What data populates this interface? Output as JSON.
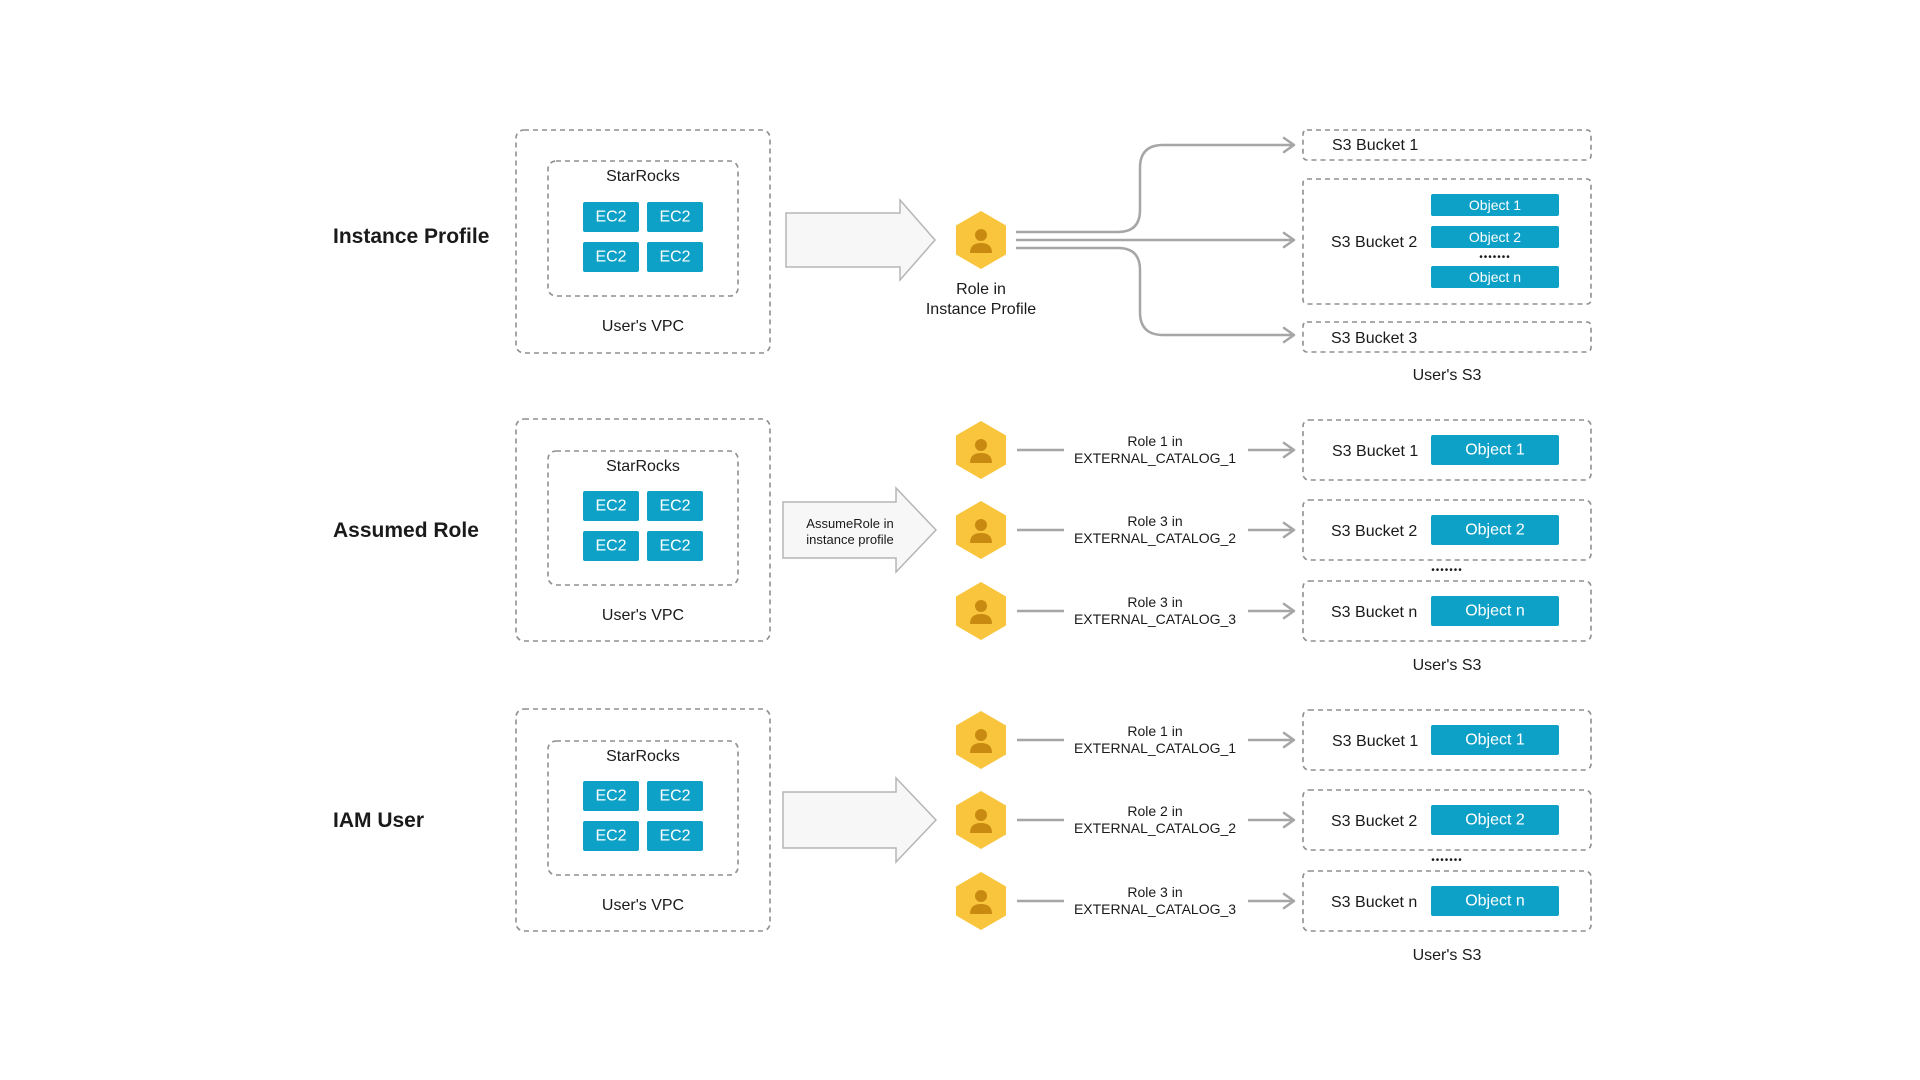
{
  "sections": [
    {
      "title": "Instance Profile",
      "vpc": {
        "engine": "StarRocks",
        "nodes": [
          "EC2",
          "EC2",
          "EC2",
          "EC2"
        ],
        "label": "User's VPC"
      },
      "arrow_label": "",
      "role_label_line1": "Role in",
      "role_label_line2": "Instance Profile",
      "buckets": [
        {
          "name": "S3 Bucket 1",
          "objects": []
        },
        {
          "name": "S3 Bucket 2",
          "objects": [
            "Object 1",
            "Object 2",
            "Object n"
          ],
          "ellipsis": "•••••••"
        },
        {
          "name": "S3 Bucket 3",
          "objects": []
        }
      ],
      "s3_label": "User's S3"
    },
    {
      "title": "Assumed Role",
      "vpc": {
        "engine": "StarRocks",
        "nodes": [
          "EC2",
          "EC2",
          "EC2",
          "EC2"
        ],
        "label": "User's VPC"
      },
      "arrow_label_line1": "AssumeRole in",
      "arrow_label_line2": "instance profile",
      "roles": [
        {
          "line1": "Role 1 in",
          "line2": "EXTERNAL_CATALOG_1"
        },
        {
          "line1": "Role 3 in",
          "line2": "EXTERNAL_CATALOG_2"
        },
        {
          "line1": "Role 3 in",
          "line2": "EXTERNAL_CATALOG_3"
        }
      ],
      "buckets": [
        {
          "name": "S3 Bucket 1",
          "object": "Object 1"
        },
        {
          "name": "S3 Bucket 2",
          "object": "Object 2"
        },
        {
          "name": "S3 Bucket n",
          "object": "Object n"
        }
      ],
      "ellipsis": "•••••••",
      "s3_label": "User's S3"
    },
    {
      "title": "IAM User",
      "vpc": {
        "engine": "StarRocks",
        "nodes": [
          "EC2",
          "EC2",
          "EC2",
          "EC2"
        ],
        "label": "User's VPC"
      },
      "roles": [
        {
          "line1": "Role 1 in",
          "line2": "EXTERNAL_CATALOG_1"
        },
        {
          "line1": "Role 2 in",
          "line2": "EXTERNAL_CATALOG_2"
        },
        {
          "line1": "Role 3 in",
          "line2": "EXTERNAL_CATALOG_3"
        }
      ],
      "buckets": [
        {
          "name": "S3 Bucket 1",
          "object": "Object 1"
        },
        {
          "name": "S3 Bucket 2",
          "object": "Object 2"
        },
        {
          "name": "S3 Bucket n",
          "object": "Object n"
        }
      ],
      "ellipsis": "•••••••",
      "s3_label": "User's S3"
    }
  ],
  "colors": {
    "ec2": "#0ea1c7",
    "role_hexagon": "#f9c53c",
    "connector": "#a6a6a6",
    "dashed_border": "#8f8f8f"
  },
  "icons": {
    "role": "user-role-icon"
  }
}
